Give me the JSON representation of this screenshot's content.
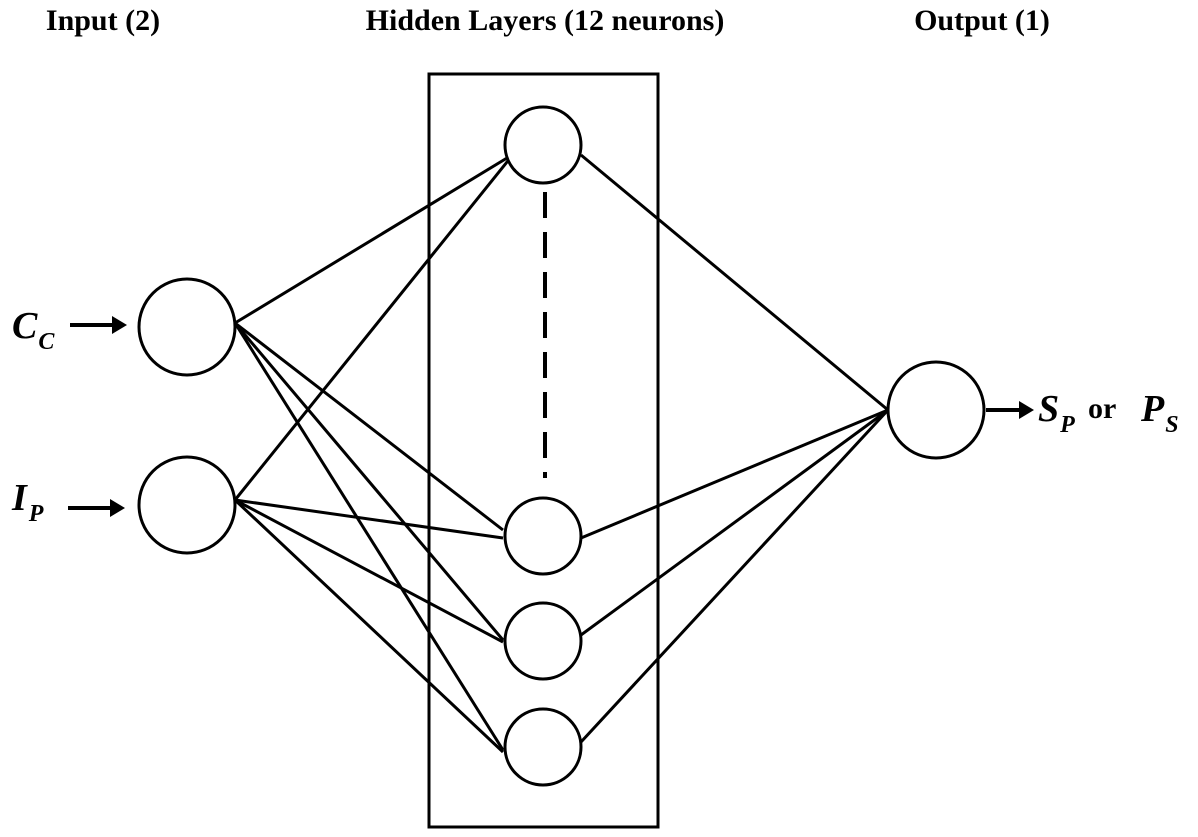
{
  "headings": {
    "input": "Input (2)",
    "hidden": "Hidden Layers (12 neurons)",
    "output": "Output (1)"
  },
  "inputs": [
    {
      "main": "C",
      "sub": "C"
    },
    {
      "main": "I",
      "sub": "P"
    }
  ],
  "output": {
    "first": {
      "main": "S",
      "sub": "P"
    },
    "connector": "or",
    "second": {
      "main": "P",
      "sub": "S"
    }
  }
}
